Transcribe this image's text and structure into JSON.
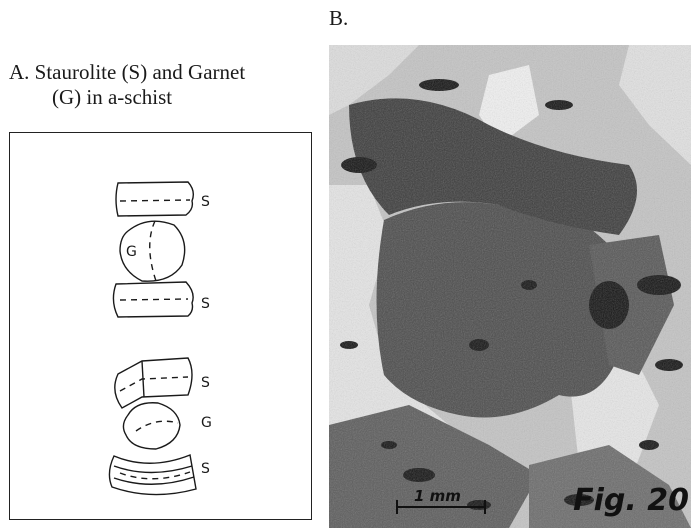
{
  "panel_b": {
    "label": "B."
  },
  "panel_a": {
    "caption_line1": "A.   Staurolite (S) and Garnet",
    "caption_line2": "(G) in a-schist",
    "labels": {
      "s1": "S",
      "g1": "G",
      "s2": "S",
      "s3": "S",
      "g2": "G",
      "s4": "S"
    }
  },
  "photo": {
    "scale_text": "1 mm",
    "figure_text": "Fig. 20"
  }
}
